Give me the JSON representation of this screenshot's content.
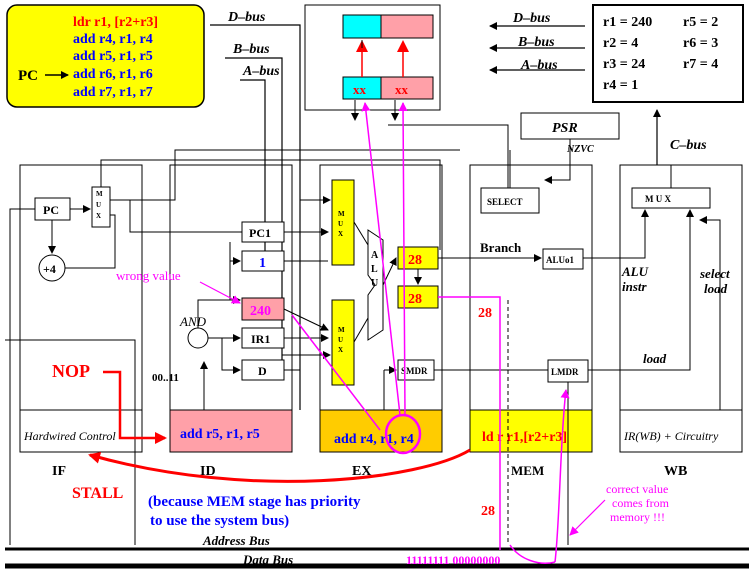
{
  "program": {
    "pc_label": "PC",
    "lines": [
      "ldr r1, [r2+r3]",
      "add r4, r1, r4",
      "add r5, r1, r5",
      "add r6, r1, r6",
      "add r7, r1, r7"
    ]
  },
  "buses_top": {
    "d": "D–bus",
    "b": "B–bus",
    "a": "A–bus"
  },
  "buses_right": {
    "d": "D–bus",
    "b": "B–bus",
    "a": "A–bus"
  },
  "registers": {
    "r1": "r1 = 240",
    "r2": "r2 = 4",
    "r3": "r3 = 24",
    "r4": "r4 = 1",
    "r5": "r5 = 2",
    "r6": "r6 = 3",
    "r7": "r7 = 4"
  },
  "regfile": {
    "xx_left": "xx",
    "xx_right": "xx"
  },
  "psr": {
    "label": "PSR",
    "flags": "NZVC"
  },
  "cbus": "C–bus",
  "mux_text": "M\nU\nX",
  "mux_h": "M U X",
  "if_stage": {
    "pc": "PC",
    "plus4": "+4",
    "control": "Hardwired Control",
    "label": "IF"
  },
  "id_stage": {
    "pc1": "PC1",
    "one": "1",
    "value240": "240",
    "ir1": "IR1",
    "d": "D",
    "and": "AND",
    "bits": "00..11",
    "instr": "add r5, r1, r5",
    "label": "ID"
  },
  "ex_stage": {
    "alu": "A\nL\nU",
    "v28a": "28",
    "v28b": "28",
    "smdr": "SMDR",
    "instr": "add r4, r1, r4",
    "label": "EX"
  },
  "mem_stage": {
    "select": "SELECT",
    "branch": "Branch",
    "aluo1": "ALUo1",
    "lmdr": "LMDR",
    "instr": "ld r r1,[r2+r3]",
    "label": "MEM"
  },
  "wb_stage": {
    "alu_instr": "ALU\ninstr",
    "select_load": "select\nload",
    "load": "load",
    "instr": "IR(WB) + Circuitry",
    "label": "WB"
  },
  "annotations": {
    "wrong_value": "wrong value",
    "nop": "NOP",
    "stall": "STALL",
    "reason": "(because MEM stage has priority\n to use the system bus)",
    "correct": "correct value\ncomes from\nmemory !!!",
    "v28_right": "28",
    "v28_bottom": "28"
  },
  "system_bus": {
    "address": "Address Bus",
    "data": "Data Bus",
    "data_value": "11111111 00000000"
  },
  "colors": {
    "yellow": "#ffff00",
    "orange": "#ffcc00",
    "pink": "#ffa0a8",
    "cyan": "#00ffff",
    "red": "#ff0000",
    "magenta": "#ff00ff",
    "blue": "#0000ff"
  }
}
